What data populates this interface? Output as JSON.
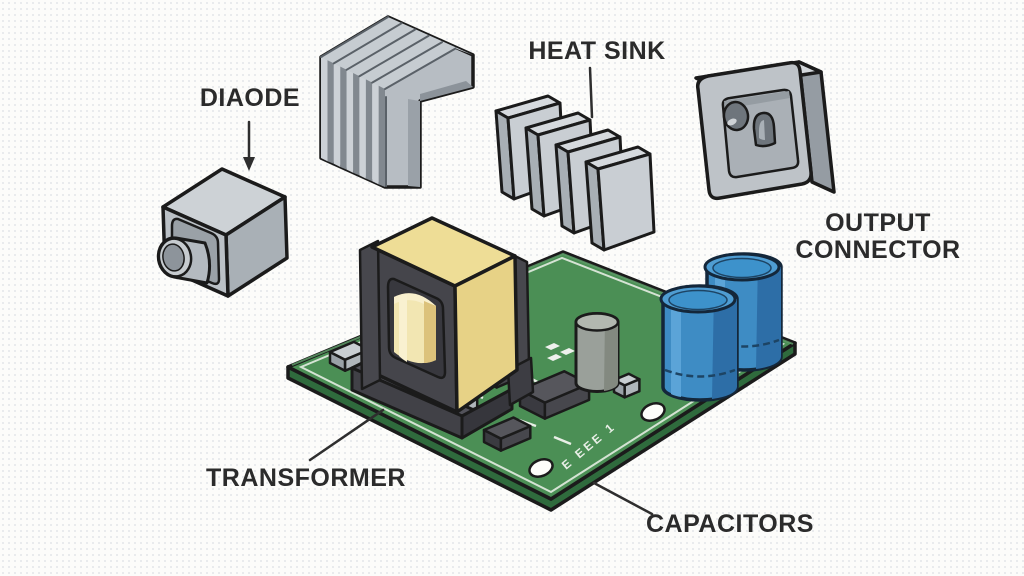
{
  "figure": {
    "title_labels": {
      "diode": "DIAODE",
      "heat_sink": "HEAT SINK",
      "output_connector": "OUTPUT CONNECTOR",
      "transformer": "TRANSFORMER",
      "capacitors": "CAPACITORS"
    },
    "pcb": {
      "silkscreen_text": "E EEE 1",
      "color": "#4b8f55",
      "edge_color": "#2f6b3d"
    },
    "colors": {
      "label_text": "#2b2b2b",
      "outline": "#1b1b1b",
      "metal_gray": "#bcc2c7",
      "transformer_yellow": "#eedd96",
      "capacitor_blue": "#3e8cc4",
      "background": "#fcfcfa"
    }
  }
}
